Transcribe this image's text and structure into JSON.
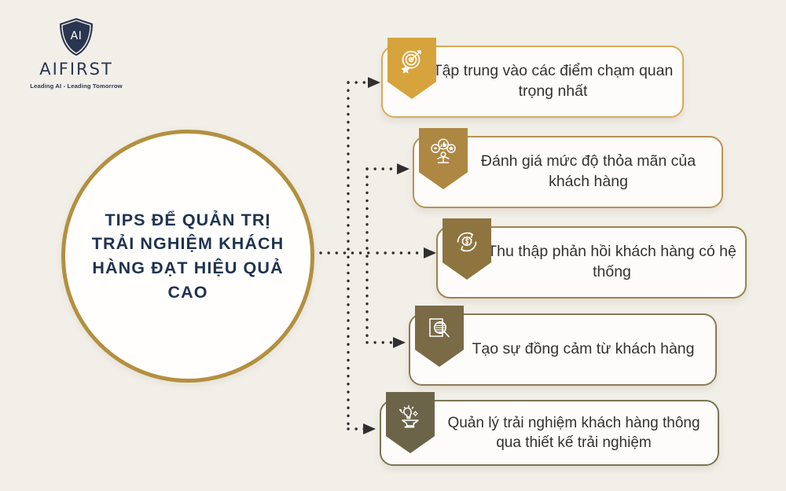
{
  "brand": {
    "name": "AIFIRST",
    "tagline": "Leading AI - Leading Tomorrow",
    "logo_icon": "shield-ai-icon",
    "logo_color": "#2a3550"
  },
  "center": {
    "title": "TIPS ĐỂ QUẢN TRỊ TRẢI NGHIỆM KHÁCH HÀNG ĐẠT HIỆU QUẢ CAO",
    "border_color": "#b3903f",
    "text_color": "#1f3350"
  },
  "theme": {
    "background": "#f2efe9",
    "card_background": "#fdfcfa",
    "body_text": "#323232",
    "connector_color": "#2f2f2f"
  },
  "items": [
    {
      "text": "Tập trung vào các điểm chạm quan trọng nhất",
      "icon": "target-arrow-star-icon",
      "badge_color": "#d6a33c",
      "border_color": "#d8ab55"
    },
    {
      "text": "Đánh giá mức độ thỏa mãn của khách hàng",
      "icon": "customer-satisfaction-rating-icon",
      "badge_color": "#ae8742",
      "border_color": "#b99352"
    },
    {
      "text": "Thu thập phản hồi khách hàng có hệ thống",
      "icon": "gear-dollar-cycle-icon",
      "badge_color": "#8e7540",
      "border_color": "#9c834c"
    },
    {
      "text": "Tạo sự đồng cảm từ khách hàng",
      "icon": "document-magnifier-icon",
      "badge_color": "#7a6a46",
      "border_color": "#8a7a54"
    },
    {
      "text": "Quản lý trải nghiệm khách hàng thông qua thiết kế trải nghiệm",
      "icon": "head-lightbulb-idea-icon",
      "badge_color": "#6b6448",
      "border_color": "#7c7553"
    }
  ]
}
